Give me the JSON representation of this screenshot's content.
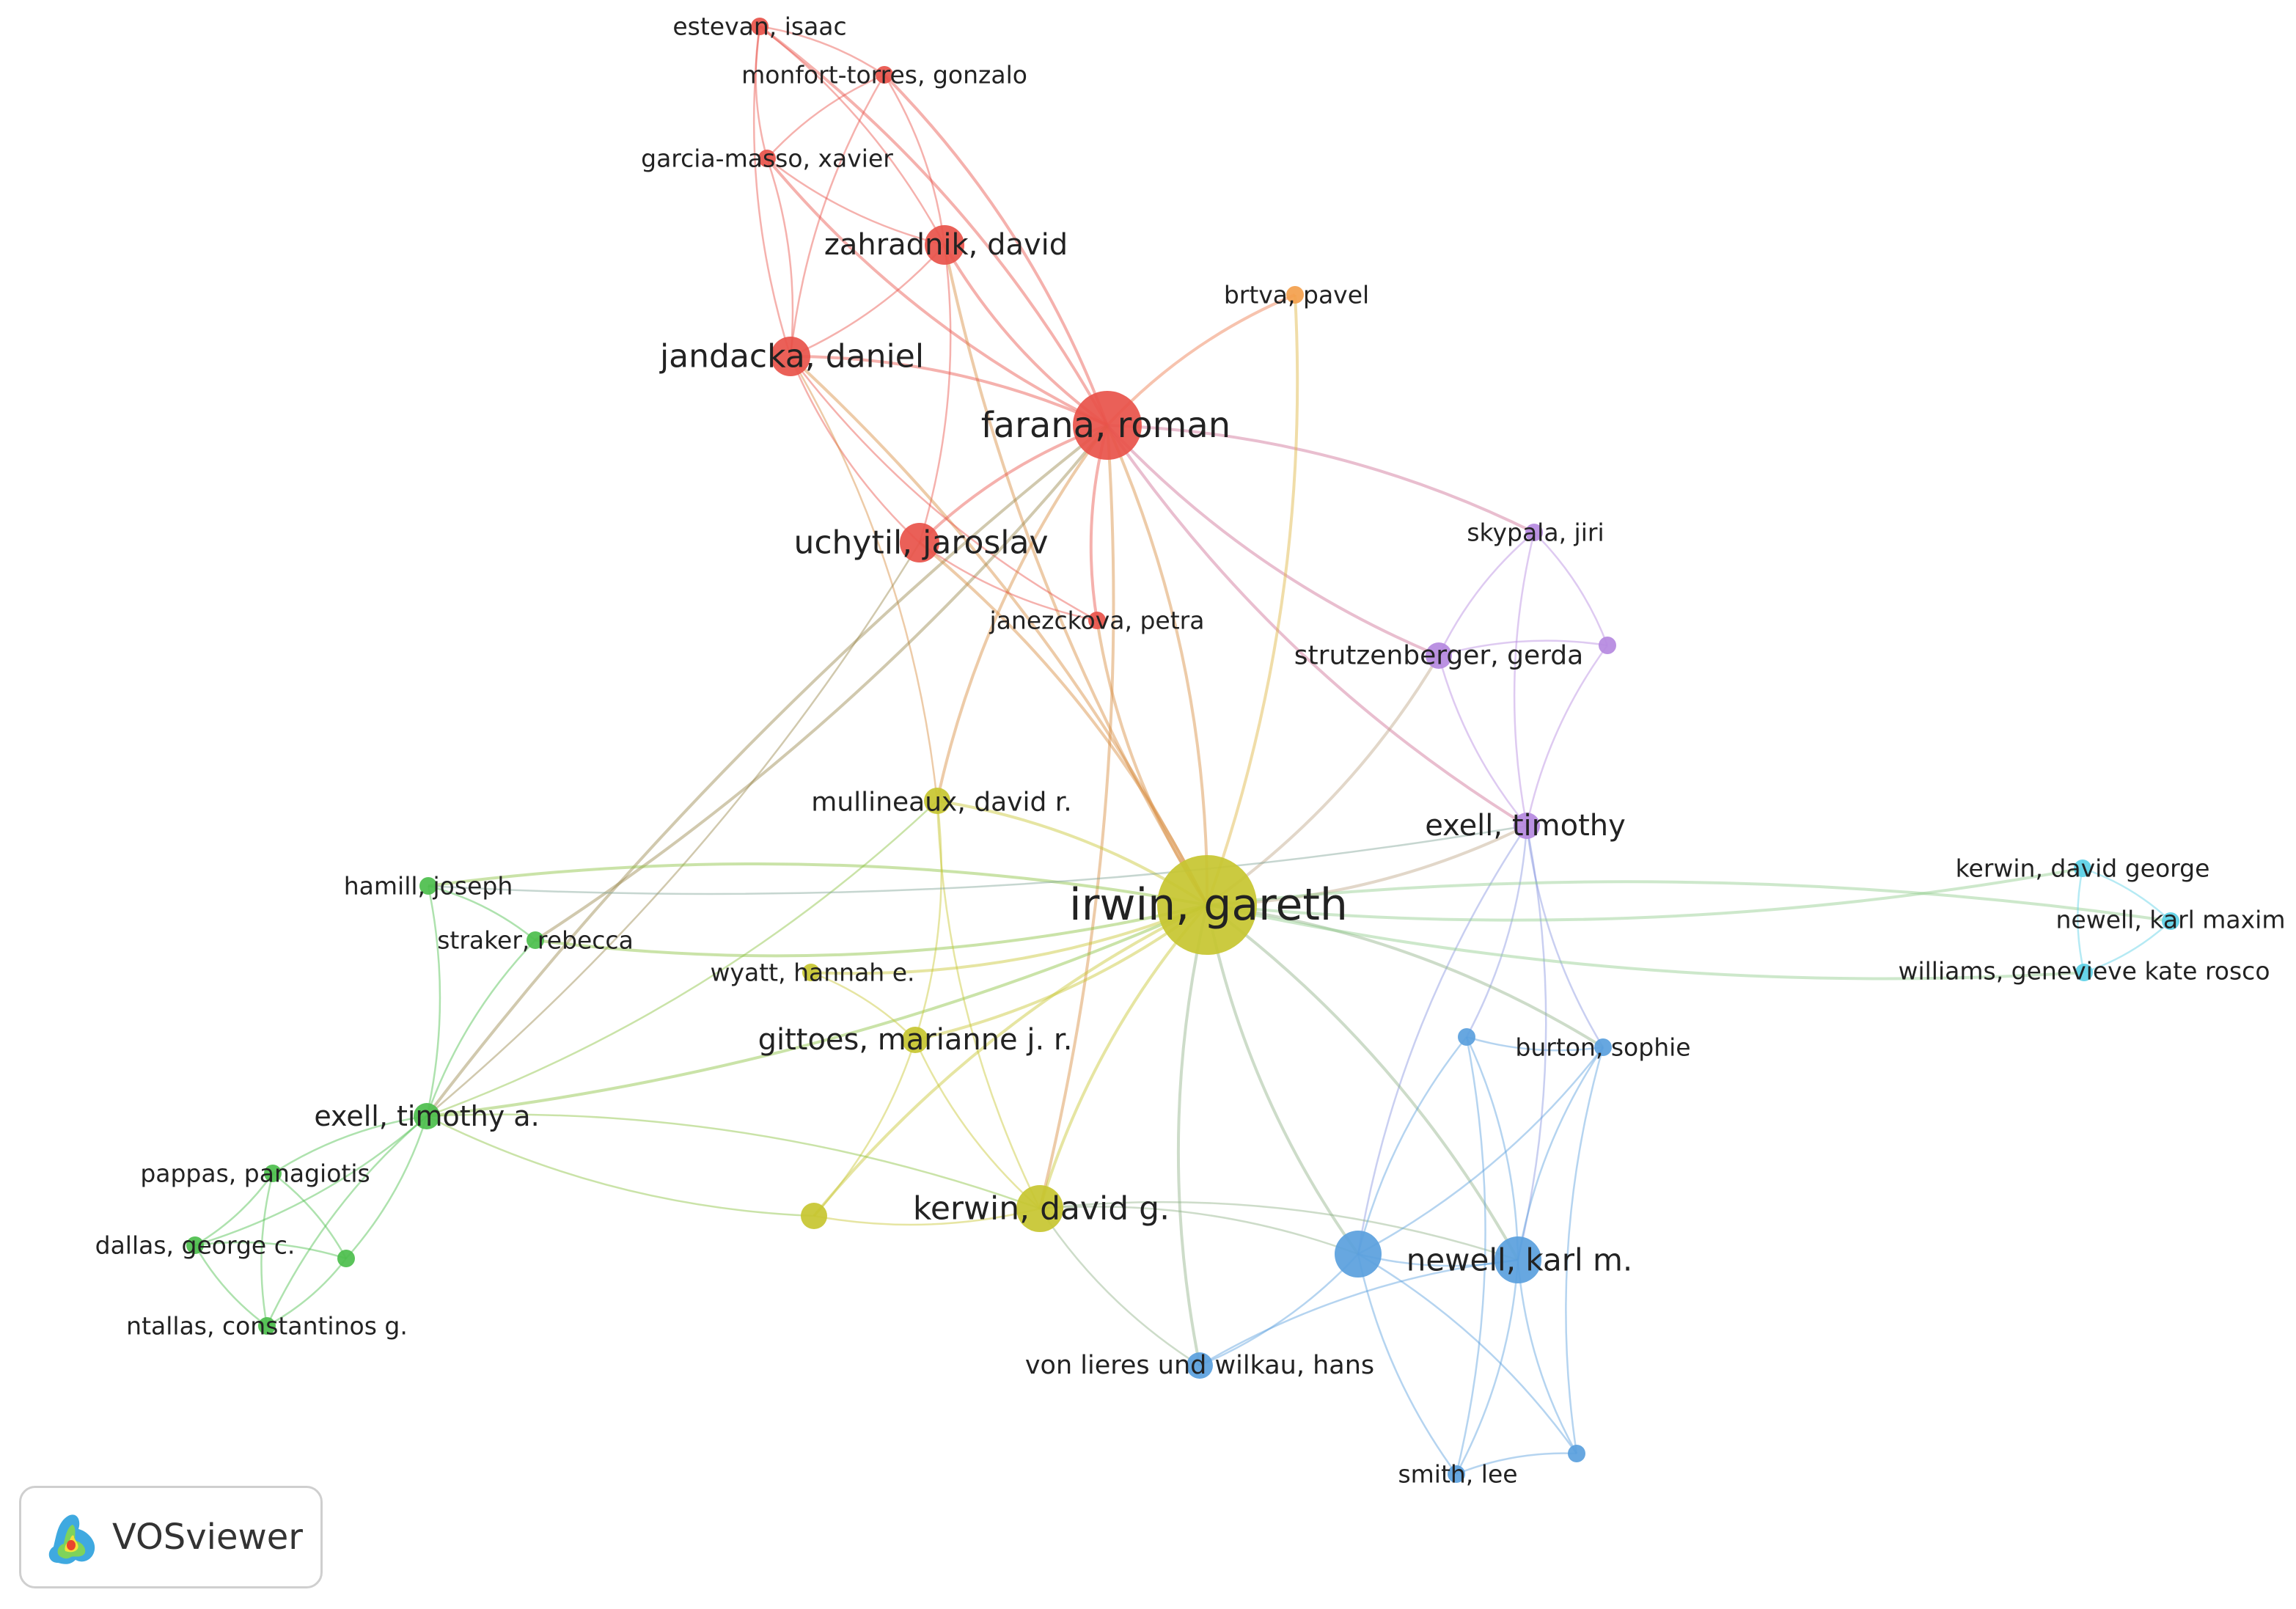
{
  "brand": {
    "name": "VOSviewer"
  },
  "clusters": {
    "red": "#e8524a",
    "yellow": "#c7c530",
    "green": "#4cbe4c",
    "blue": "#5a9fdd",
    "purple": "#b589e0",
    "cyan": "#5bd0e6",
    "orange": "#f3a04c"
  },
  "nodes": [
    {
      "id": "estevan",
      "label": "estevan, isaac",
      "cluster": "red",
      "weight": 1
    },
    {
      "id": "monfort",
      "label": "monfort-torres, gonzalo",
      "cluster": "red",
      "weight": 1
    },
    {
      "id": "garcia",
      "label": "garcia-masso, xavier",
      "cluster": "red",
      "weight": 1
    },
    {
      "id": "zahradnik",
      "label": "zahradnik, david",
      "cluster": "red",
      "weight": 3
    },
    {
      "id": "jandacka",
      "label": "jandacka, daniel",
      "cluster": "red",
      "weight": 3
    },
    {
      "id": "farana",
      "label": "farana, roman",
      "cluster": "red",
      "weight": 6
    },
    {
      "id": "uchytil",
      "label": "uchytil, jaroslav",
      "cluster": "red",
      "weight": 3
    },
    {
      "id": "janezckova",
      "label": "janezckova, petra",
      "cluster": "red",
      "weight": 1
    },
    {
      "id": "brtva",
      "label": "brtva, pavel",
      "cluster": "orange",
      "weight": 1
    },
    {
      "id": "skypala",
      "label": "skypala, jiri",
      "cluster": "purple",
      "weight": 1
    },
    {
      "id": "strutzenberger",
      "label": "strutzenberger, gerda",
      "cluster": "purple",
      "weight": 2
    },
    {
      "id": "purple_unlabeled",
      "label": "",
      "cluster": "purple",
      "weight": 1
    },
    {
      "id": "exell_t",
      "label": "exell, timothy",
      "cluster": "purple",
      "weight": 2
    },
    {
      "id": "mullineaux",
      "label": "mullineaux, david r.",
      "cluster": "yellow",
      "weight": 2
    },
    {
      "id": "irwin",
      "label": "irwin, gareth",
      "cluster": "yellow",
      "weight": 10
    },
    {
      "id": "wyatt",
      "label": "wyatt, hannah e.",
      "cluster": "yellow",
      "weight": 1
    },
    {
      "id": "gittoes",
      "label": "gittoes, marianne j. r.",
      "cluster": "yellow",
      "weight": 2
    },
    {
      "id": "kerwin_dg",
      "label": "kerwin, david g.",
      "cluster": "yellow",
      "weight": 4
    },
    {
      "id": "yellow_unlabeled",
      "label": "",
      "cluster": "yellow",
      "weight": 2
    },
    {
      "id": "hamill",
      "label": "hamill, joseph",
      "cluster": "green",
      "weight": 1
    },
    {
      "id": "straker",
      "label": "straker, rebecca",
      "cluster": "green",
      "weight": 1
    },
    {
      "id": "exell_ta",
      "label": "exell, timothy a.",
      "cluster": "green",
      "weight": 2
    },
    {
      "id": "pappas",
      "label": "pappas, panagiotis",
      "cluster": "green",
      "weight": 1
    },
    {
      "id": "dallas",
      "label": "dallas, george c.",
      "cluster": "green",
      "weight": 1
    },
    {
      "id": "green_unlabeled",
      "label": "",
      "cluster": "green",
      "weight": 1
    },
    {
      "id": "ntallas",
      "label": "ntallas, constantinos g.",
      "cluster": "green",
      "weight": 1
    },
    {
      "id": "kerwin_dgeo",
      "label": "kerwin, david george",
      "cluster": "cyan",
      "weight": 1
    },
    {
      "id": "newell_km2",
      "label": "newell, karl maxim",
      "cluster": "cyan",
      "weight": 1
    },
    {
      "id": "williams",
      "label": "williams, genevieve kate rosco",
      "cluster": "cyan",
      "weight": 1
    },
    {
      "id": "blue_small1",
      "label": "",
      "cluster": "blue",
      "weight": 1
    },
    {
      "id": "burton",
      "label": "burton, sophie",
      "cluster": "blue",
      "weight": 1
    },
    {
      "id": "blue_big",
      "label": "",
      "cluster": "blue",
      "weight": 4
    },
    {
      "id": "newell_km",
      "label": "newell, karl m.",
      "cluster": "blue",
      "weight": 4
    },
    {
      "id": "vonlieres",
      "label": "von lieres und wilkau, hans",
      "cluster": "blue",
      "weight": 2
    },
    {
      "id": "smith",
      "label": "smith, lee",
      "cluster": "blue",
      "weight": 1
    },
    {
      "id": "blue_small2",
      "label": "",
      "cluster": "blue",
      "weight": 1
    }
  ],
  "links": [
    [
      "estevan",
      "monfort"
    ],
    [
      "estevan",
      "garcia"
    ],
    [
      "estevan",
      "zahradnik"
    ],
    [
      "estevan",
      "jandacka"
    ],
    [
      "estevan",
      "farana"
    ],
    [
      "monfort",
      "garcia"
    ],
    [
      "monfort",
      "zahradnik"
    ],
    [
      "monfort",
      "jandacka"
    ],
    [
      "monfort",
      "farana"
    ],
    [
      "garcia",
      "zahradnik"
    ],
    [
      "garcia",
      "jandacka"
    ],
    [
      "garcia",
      "farana"
    ],
    [
      "zahradnik",
      "jandacka"
    ],
    [
      "zahradnik",
      "farana"
    ],
    [
      "zahradnik",
      "uchytil"
    ],
    [
      "zahradnik",
      "irwin"
    ],
    [
      "jandacka",
      "farana"
    ],
    [
      "jandacka",
      "uchytil"
    ],
    [
      "jandacka",
      "irwin"
    ],
    [
      "jandacka",
      "janezckova"
    ],
    [
      "jandacka",
      "mullineaux"
    ],
    [
      "farana",
      "uchytil"
    ],
    [
      "farana",
      "irwin"
    ],
    [
      "farana",
      "janezckova"
    ],
    [
      "farana",
      "brtva"
    ],
    [
      "farana",
      "strutzenberger"
    ],
    [
      "farana",
      "skypala"
    ],
    [
      "farana",
      "exell_t"
    ],
    [
      "farana",
      "kerwin_dg"
    ],
    [
      "farana",
      "exell_ta"
    ],
    [
      "farana",
      "straker"
    ],
    [
      "farana",
      "mullineaux"
    ],
    [
      "uchytil",
      "irwin"
    ],
    [
      "uchytil",
      "janezckova"
    ],
    [
      "uchytil",
      "exell_ta"
    ],
    [
      "janezckova",
      "irwin"
    ],
    [
      "brtva",
      "irwin"
    ],
    [
      "skypala",
      "strutzenberger"
    ],
    [
      "skypala",
      "purple_unlabeled"
    ],
    [
      "skypala",
      "exell_t"
    ],
    [
      "strutzenberger",
      "purple_unlabeled"
    ],
    [
      "strutzenberger",
      "exell_t"
    ],
    [
      "strutzenberger",
      "irwin"
    ],
    [
      "purple_unlabeled",
      "exell_t"
    ],
    [
      "exell_t",
      "irwin"
    ],
    [
      "exell_t",
      "blue_big"
    ],
    [
      "exell_t",
      "newell_km"
    ],
    [
      "exell_t",
      "burton"
    ],
    [
      "exell_t",
      "blue_small1"
    ],
    [
      "irwin",
      "mullineaux"
    ],
    [
      "irwin",
      "gittoes"
    ],
    [
      "irwin",
      "kerwin_dg"
    ],
    [
      "irwin",
      "wyatt"
    ],
    [
      "irwin",
      "yellow_unlabeled"
    ],
    [
      "irwin",
      "exell_ta"
    ],
    [
      "irwin",
      "hamill"
    ],
    [
      "irwin",
      "straker"
    ],
    [
      "irwin",
      "blue_big"
    ],
    [
      "irwin",
      "newell_km"
    ],
    [
      "irwin",
      "vonlieres"
    ],
    [
      "irwin",
      "burton"
    ],
    [
      "irwin",
      "kerwin_dgeo"
    ],
    [
      "irwin",
      "newell_km2"
    ],
    [
      "irwin",
      "williams"
    ],
    [
      "mullineaux",
      "gittoes"
    ],
    [
      "mullineaux",
      "kerwin_dg"
    ],
    [
      "mullineaux",
      "exell_ta"
    ],
    [
      "gittoes",
      "kerwin_dg"
    ],
    [
      "gittoes",
      "yellow_unlabeled"
    ],
    [
      "gittoes",
      "wyatt"
    ],
    [
      "kerwin_dg",
      "yellow_unlabeled"
    ],
    [
      "kerwin_dg",
      "exell_ta"
    ],
    [
      "kerwin_dg",
      "blue_big"
    ],
    [
      "kerwin_dg",
      "vonlieres"
    ],
    [
      "kerwin_dg",
      "newell_km"
    ],
    [
      "exell_ta",
      "hamill"
    ],
    [
      "exell_ta",
      "straker"
    ],
    [
      "exell_ta",
      "pappas"
    ],
    [
      "exell_ta",
      "dallas"
    ],
    [
      "exell_ta",
      "ntallas"
    ],
    [
      "exell_ta",
      "green_unlabeled"
    ],
    [
      "exell_ta",
      "yellow_unlabeled"
    ],
    [
      "hamill",
      "straker"
    ],
    [
      "hamill",
      "exell_t"
    ],
    [
      "pappas",
      "dallas"
    ],
    [
      "pappas",
      "ntallas"
    ],
    [
      "pappas",
      "green_unlabeled"
    ],
    [
      "dallas",
      "ntallas"
    ],
    [
      "dallas",
      "green_unlabeled"
    ],
    [
      "ntallas",
      "green_unlabeled"
    ],
    [
      "kerwin_dgeo",
      "newell_km2"
    ],
    [
      "kerwin_dgeo",
      "williams"
    ],
    [
      "newell_km2",
      "williams"
    ],
    [
      "blue_big",
      "newell_km"
    ],
    [
      "blue_big",
      "vonlieres"
    ],
    [
      "blue_big",
      "smith"
    ],
    [
      "blue_big",
      "blue_small2"
    ],
    [
      "blue_big",
      "burton"
    ],
    [
      "blue_big",
      "blue_small1"
    ],
    [
      "newell_km",
      "vonlieres"
    ],
    [
      "newell_km",
      "smith"
    ],
    [
      "newell_km",
      "blue_small2"
    ],
    [
      "newell_km",
      "burton"
    ],
    [
      "newell_km",
      "blue_small1"
    ],
    [
      "smith",
      "blue_small2"
    ],
    [
      "smith",
      "blue_small1"
    ],
    [
      "burton",
      "blue_small1"
    ],
    [
      "burton",
      "blue_small2"
    ]
  ]
}
